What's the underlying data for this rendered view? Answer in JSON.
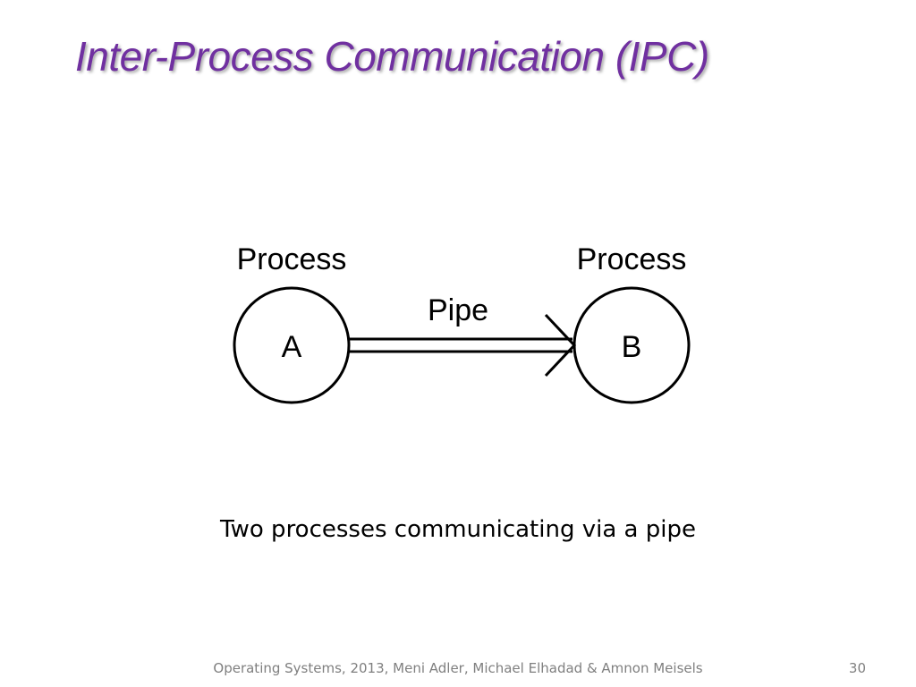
{
  "slide": {
    "title": "Inter-Process Communication (IPC)",
    "caption": "Two processes communicating via a pipe",
    "footer": "Operating Systems, 2013, Meni Adler, Michael Elhadad & Amnon Meisels",
    "page_number": "30"
  },
  "diagram": {
    "process_a": {
      "heading": "Process",
      "label": "A"
    },
    "process_b": {
      "heading": "Process",
      "label": "B"
    },
    "pipe": {
      "label": "Pipe",
      "direction": "A to B"
    }
  },
  "colors": {
    "title": "#7030a0",
    "footer": "#7f7f7f",
    "diagram": "#000000"
  }
}
